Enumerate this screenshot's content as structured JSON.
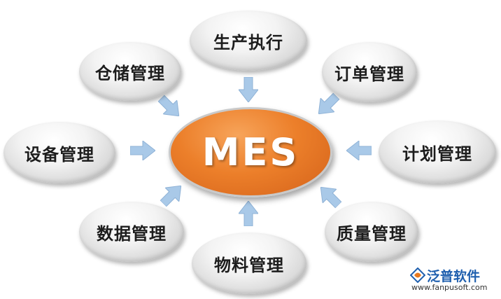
{
  "center": {
    "label": "MES"
  },
  "nodes": {
    "production": "生产执行",
    "warehouse": "仓储管理",
    "order": "订单管理",
    "equipment": "设备管理",
    "plan": "计划管理",
    "data": "数据管理",
    "quality": "质量管理",
    "material": "物料管理"
  },
  "logo": {
    "name": "泛普软件",
    "url": "www.fanpusoft.com"
  },
  "colors": {
    "center": "#ec7f2a",
    "arrow": "#a9c9e8",
    "logo": "#1f5fae"
  }
}
